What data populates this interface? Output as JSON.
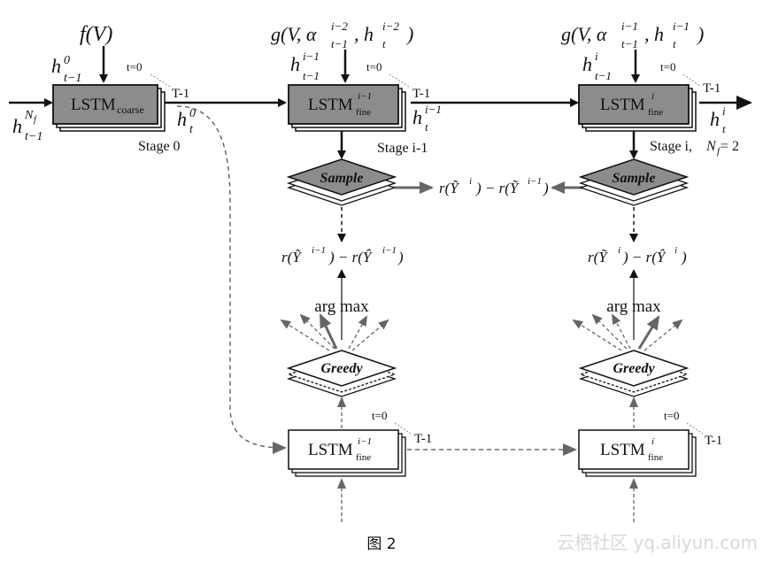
{
  "stage0": {
    "box_label": "LSTM",
    "box_sub": "coarse",
    "input_top": "f(V)",
    "h_top": "h",
    "h_top_sup": "0",
    "h_top_sub": "t−1",
    "h_left": "h",
    "h_left_sup": "N",
    "h_left_sup2": "f",
    "h_left_sub": "t−1",
    "h_out": "h",
    "h_out_sup": "0",
    "h_out_sub": "t",
    "t0": "t=0",
    "tT": "T-1",
    "stage": "Stage 0"
  },
  "stage_i1": {
    "box_label": "LSTM",
    "box_sup": "i−1",
    "box_sub": "fine",
    "input_top": "g(V, α",
    "input_top_sup": "i−2",
    "input_top_sub": "t−1",
    "input_top_h": ", h",
    "input_top_h_sup": "i−2",
    "input_top_h_sub": "t",
    "input_top_close": ")",
    "h_top": "h",
    "h_top_sup": "i−1",
    "h_top_sub": "t−1",
    "h_out": "h",
    "h_out_sup": "i−1",
    "h_out_sub": "t",
    "t0": "t=0",
    "tT": "T-1",
    "stage": "Stage i-1",
    "sample": "Sample",
    "reward": "r(Ỹ",
    "reward_sup": "i−1",
    "reward_mid": ") − r(Ŷ",
    "reward_sup2": "i−1",
    "reward_close": ")",
    "argmax": "arg max",
    "greedy": "Greedy",
    "lower_box": "LSTM",
    "lower_sup": "i−1",
    "lower_sub": "fine",
    "lower_t0": "t=0",
    "lower_tT": "T-1"
  },
  "stage_i": {
    "box_label": "LSTM",
    "box_sup": "i",
    "box_sub": "fine",
    "input_top": "g(V, α",
    "input_top_sup": "i−1",
    "input_top_sub": "t−1",
    "input_top_h": ", h",
    "input_top_h_sup": "i−1",
    "input_top_h_sub": "t",
    "input_top_close": ")",
    "h_top": "h",
    "h_top_sup": "i",
    "h_top_sub": "t−1",
    "h_out": "h",
    "h_out_sup": "i",
    "h_out_sub": "t",
    "t0": "t=0",
    "tT": "T-1",
    "stage": "Stage i, ",
    "stage_nf": "N",
    "stage_nf_sub": "f",
    "stage_nf_eq": " = 2",
    "sample": "Sample",
    "reward": "r(Ỹ",
    "reward_sup": "i",
    "reward_mid": ") − r(Ŷ",
    "reward_sup2": "i",
    "reward_close": ")",
    "argmax": "arg max",
    "greedy": "Greedy",
    "lower_box": "LSTM",
    "lower_sup": "i",
    "lower_sub": "fine",
    "lower_t0": "t=0",
    "lower_tT": "T-1"
  },
  "middle_reward": {
    "r1": "r(Ỹ",
    "r1_sup": "i",
    "mid": ") − r(Ỹ",
    "r2_sup": "i−1",
    "close": ")"
  },
  "caption": "图 2",
  "watermark": "云栖社区 yq.aliyun.com",
  "colors": {
    "box_dark": "#8c8c8c",
    "box_light": "#ffffff",
    "line": "#111111",
    "dashed": "#555555"
  }
}
